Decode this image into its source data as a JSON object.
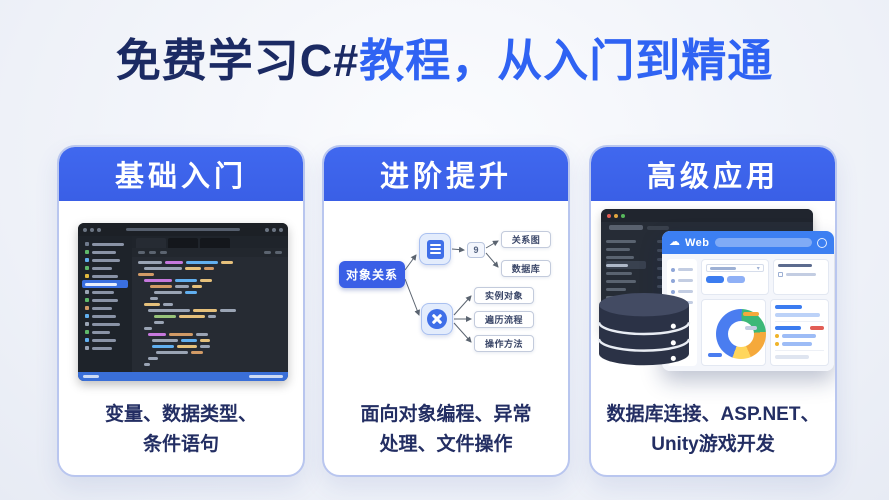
{
  "title": {
    "dark": "免费学习C#",
    "blue": "教程，从入门到精通"
  },
  "cards": [
    {
      "header": "基础入门",
      "caption_line1": "变量、数据类型、",
      "caption_line2": "条件语句"
    },
    {
      "header": "进阶提升",
      "caption_line1": "面向对象编程、异常",
      "caption_line2": "处理、文件操作"
    },
    {
      "header": "高级应用",
      "caption_line1": "数据库连接、ASP.NET、",
      "caption_line2": "Unity游戏开发"
    }
  ],
  "diagram": {
    "root": "对象关系",
    "mid": "9",
    "branch1": [
      "关系图",
      "数据库"
    ],
    "branch2": [
      "实例对象",
      "遍历流程",
      "操作方法"
    ]
  },
  "dashboard": {
    "app_name": "Web",
    "cloud_icon": "☁"
  },
  "colors": {
    "title_navy": "#1b2a63",
    "title_blue": "#2f63f3",
    "card_header_blue": "#3a5fe6",
    "card_border": "#b9c6ef",
    "caption_navy": "#232e63",
    "dashboard_header_blue": "#3c7ff2",
    "editor_status_blue": "#3a6fd8",
    "donut_blue": "#4a7df0",
    "donut_green": "#3cb878",
    "donut_orange": "#f5a93b"
  }
}
